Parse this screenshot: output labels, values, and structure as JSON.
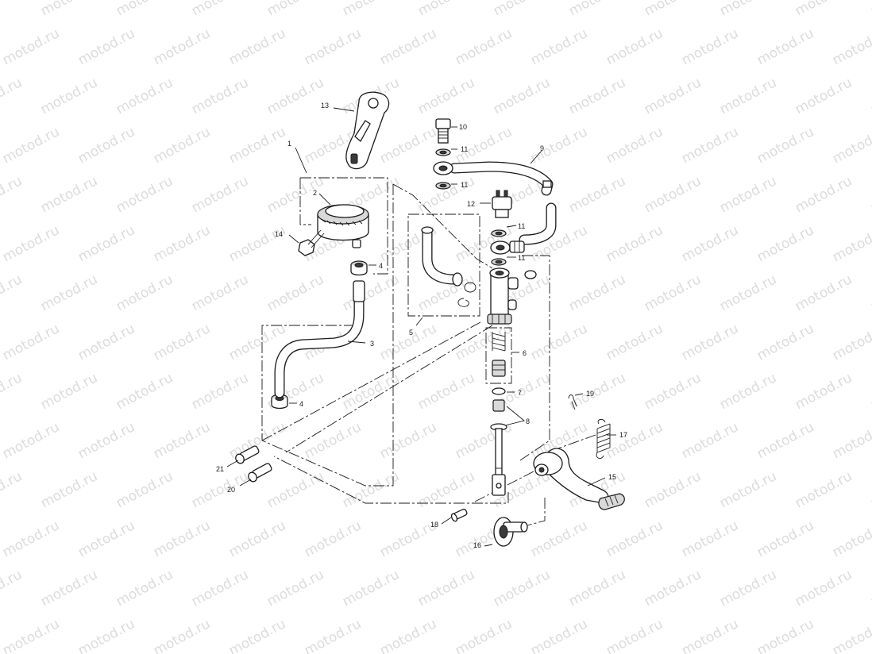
{
  "watermark": "motod.ru",
  "callouts": {
    "p1": "1",
    "p2": "2",
    "p3": "3",
    "p4a": "4",
    "p4b": "4",
    "p5": "5",
    "p6": "6",
    "p7": "7",
    "p8": "8",
    "p9": "9",
    "p10": "10",
    "p11a": "11",
    "p11b": "11",
    "p11c": "11",
    "p11d": "11",
    "p12": "12",
    "p13": "13",
    "p14": "14",
    "p15": "15",
    "p16": "16",
    "p17": "17",
    "p18": "18",
    "p19": "19",
    "p20": "20",
    "p21": "21"
  },
  "colors": {
    "line": "#1a1a1a",
    "watermark": "#dcdcdc",
    "background": "#ffffff"
  }
}
